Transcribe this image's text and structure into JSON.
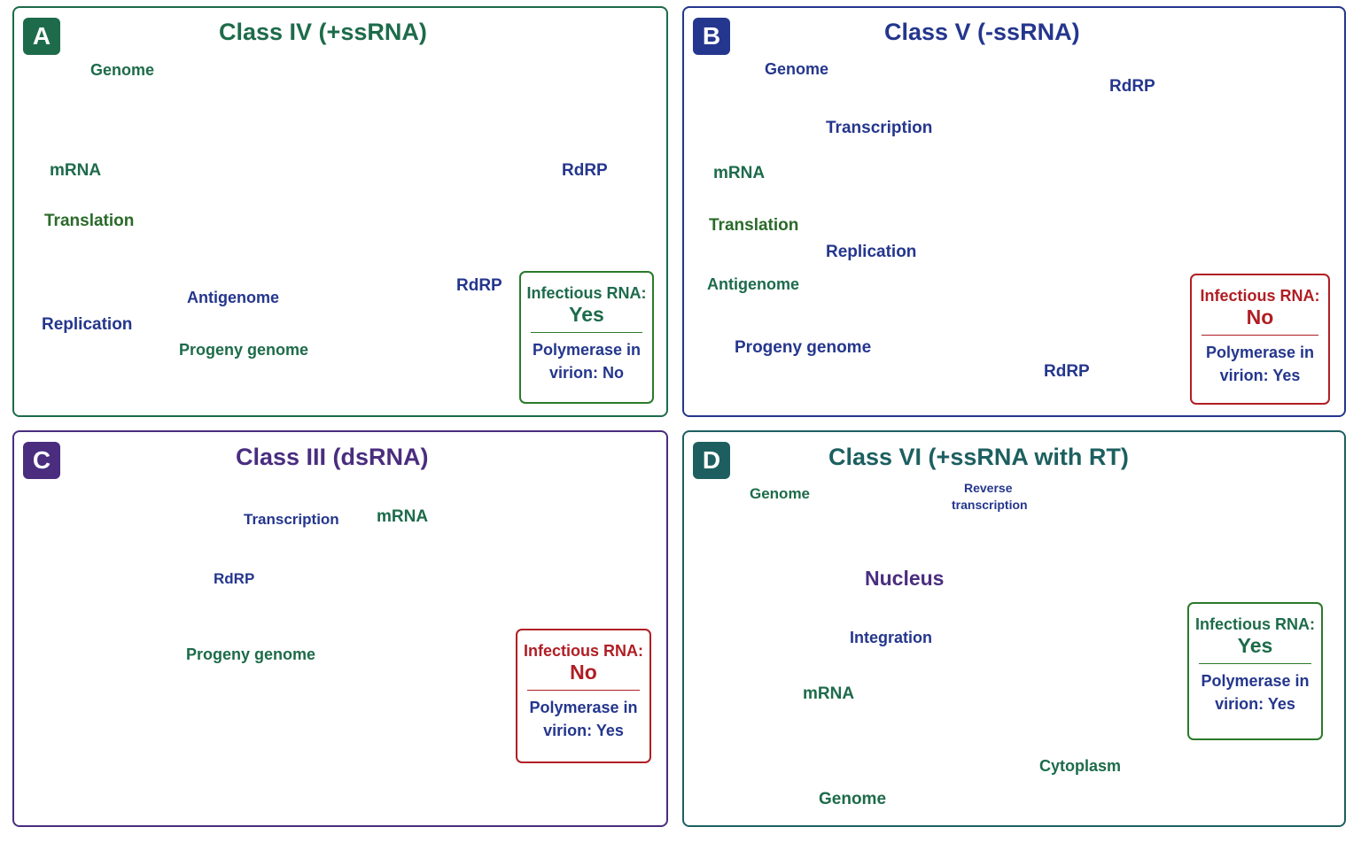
{
  "colors": {
    "green": "#1d6b4a",
    "blue": "#24368d",
    "purple": "#4a2d7f",
    "teal": "#1d5f60",
    "red": "#b01e24",
    "wave": "#1d6b6b",
    "arrow": "#2a7a2a",
    "ribosome": "#c8dcb8",
    "rdrp": "#8f97dc",
    "orange": "#d87a25"
  },
  "panel_a": {
    "badge": "A",
    "title": "Class IV (+ssRNA)",
    "genome": "Genome",
    "mrna": "mRNA",
    "translation": "Translation",
    "rdrp1": "RdRP",
    "antigenome": "Antigenome",
    "replication": "Replication",
    "rdrp2": "RdRP",
    "progeny": "Progeny genome",
    "info": {
      "label": "Infectious RNA:",
      "value": "Yes",
      "poly_l1": "Polymerase in",
      "poly_l2": "virion:",
      "poly_value": "No"
    }
  },
  "panel_b": {
    "badge": "B",
    "title": "Class V (-ssRNA)",
    "genome": "Genome",
    "rdrp1": "RdRP",
    "transcription": "Transcription",
    "mrna": "mRNA",
    "translation": "Translation",
    "replication": "Replication",
    "antigenome": "Antigenome",
    "progeny": "Progeny genome",
    "rdrp2": "RdRP",
    "info": {
      "label": "Infectious RNA:",
      "value": "No",
      "poly_l1": "Polymerase in",
      "poly_l2": "virion:",
      "poly_value": "Yes"
    }
  },
  "panel_c": {
    "badge": "C",
    "title": "Class III (dsRNA)",
    "transcription": "Transcription",
    "mrna": "mRNA",
    "rdrp": "RdRP",
    "progeny": "Progeny genome",
    "info": {
      "label": "Infectious RNA:",
      "value": "No",
      "poly_l1": "Polymerase in",
      "poly_l2": "virion:",
      "poly_value": "Yes"
    }
  },
  "panel_d": {
    "badge": "D",
    "title": "Class VI (+ssRNA with RT)",
    "genome": "Genome",
    "rt_l1": "Reverse",
    "rt_l2": "transcription",
    "nucleus": "Nucleus",
    "integration": "Integration",
    "mrna": "mRNA",
    "cytoplasm": "Cytoplasm",
    "genome2": "Genome",
    "info": {
      "label": "Infectious RNA:",
      "value": "Yes",
      "poly_l1": "Polymerase in",
      "poly_l2": "virion:",
      "poly_value": "Yes"
    }
  }
}
